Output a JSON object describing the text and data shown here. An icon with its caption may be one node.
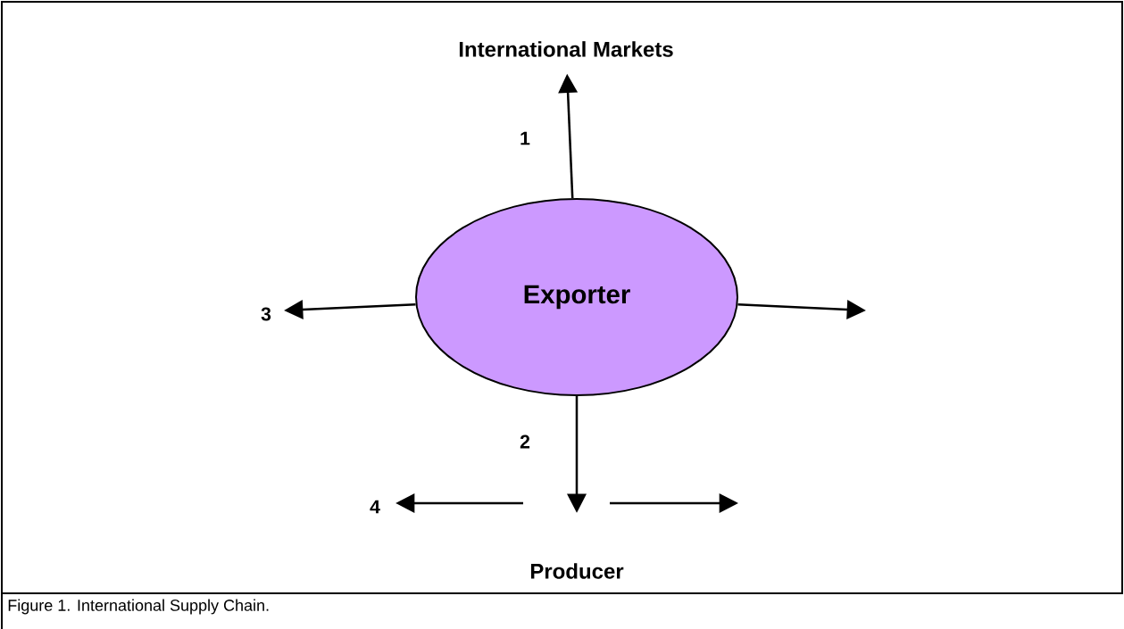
{
  "diagram": {
    "caption": "Figure 1.  International Supply Chain.",
    "nodes": [
      {
        "text": [
          "International Markets"
        ]
      },
      {
        "text": [
          "Exporter"
        ]
      },
      {
        "text": [
          "Producer"
        ]
      }
    ],
    "edges": [
      {
        "from": 1,
        "to": 0,
        "arrow": "to",
        "label": "1"
      },
      {
        "from": 1,
        "to": 2,
        "arrow": "to",
        "label": "2"
      },
      {
        "from": 1,
        "to": null,
        "arrow": "to"
      },
      {
        "from": 1,
        "to": null,
        "arrow": "to"
      }
    ],
    "labels": [
      "3",
      "4"
    ]
  }
}
